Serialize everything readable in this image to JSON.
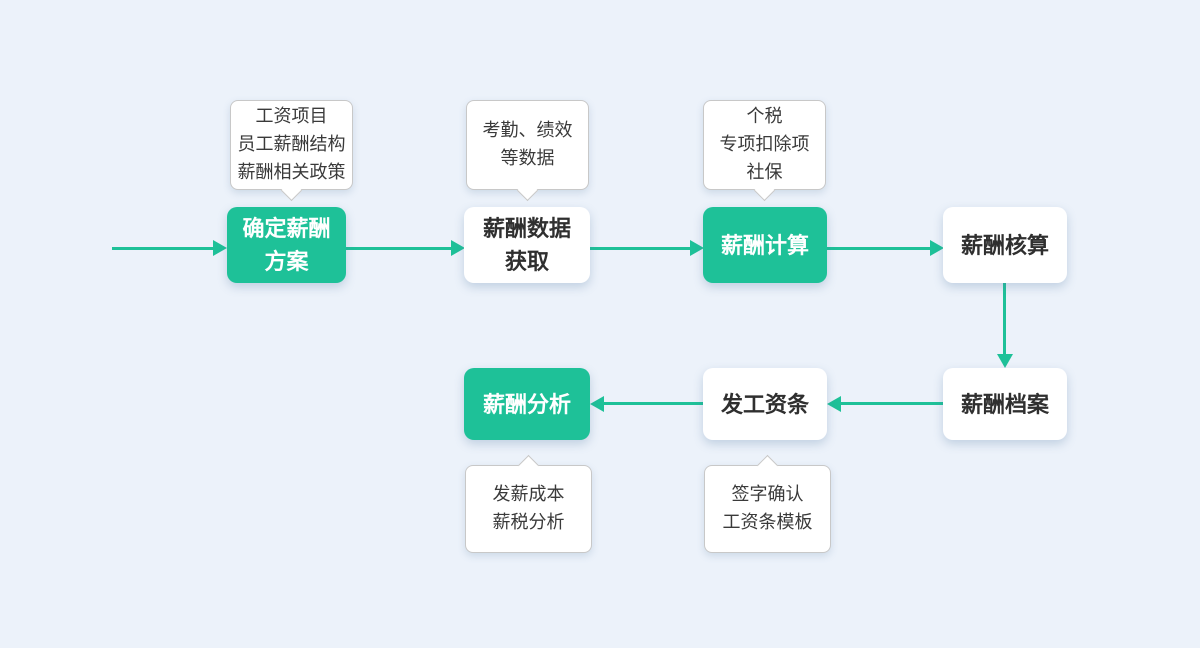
{
  "colors": {
    "background": "#ecf2fa",
    "accent": "#1ec198",
    "node_text_dark": "#2f2f2f",
    "callout_border": "#c8c8c8",
    "callout_text": "#3a3a3a"
  },
  "nodes": [
    {
      "id": "determine-plan",
      "label": "确定薪酬\n方案",
      "style": "primary"
    },
    {
      "id": "data-acquisition",
      "label": "薪酬数据\n获取",
      "style": "default"
    },
    {
      "id": "calculation",
      "label": "薪酬计算",
      "style": "primary"
    },
    {
      "id": "accounting",
      "label": "薪酬核算",
      "style": "default"
    },
    {
      "id": "archive",
      "label": "薪酬档案",
      "style": "default"
    },
    {
      "id": "send-payslip",
      "label": "发工资条",
      "style": "default"
    },
    {
      "id": "analysis",
      "label": "薪酬分析",
      "style": "primary"
    }
  ],
  "callouts": [
    {
      "for": "determine-plan",
      "position": "above",
      "text": "工资项目\n员工薪酬结构\n薪酬相关政策"
    },
    {
      "for": "data-acquisition",
      "position": "above",
      "text": "考勤、绩效\n等数据"
    },
    {
      "for": "calculation",
      "position": "above",
      "text": "个税\n专项扣除项\n社保"
    },
    {
      "for": "analysis",
      "position": "below",
      "text": "发薪成本\n薪税分析"
    },
    {
      "for": "send-payslip",
      "position": "below",
      "text": "签字确认\n工资条模板"
    }
  ],
  "edges": [
    {
      "from": "start",
      "to": "determine-plan",
      "direction": "right"
    },
    {
      "from": "determine-plan",
      "to": "data-acquisition",
      "direction": "right"
    },
    {
      "from": "data-acquisition",
      "to": "calculation",
      "direction": "right"
    },
    {
      "from": "calculation",
      "to": "accounting",
      "direction": "right"
    },
    {
      "from": "accounting",
      "to": "archive",
      "direction": "down"
    },
    {
      "from": "archive",
      "to": "send-payslip",
      "direction": "left"
    },
    {
      "from": "send-payslip",
      "to": "analysis",
      "direction": "left"
    }
  ]
}
